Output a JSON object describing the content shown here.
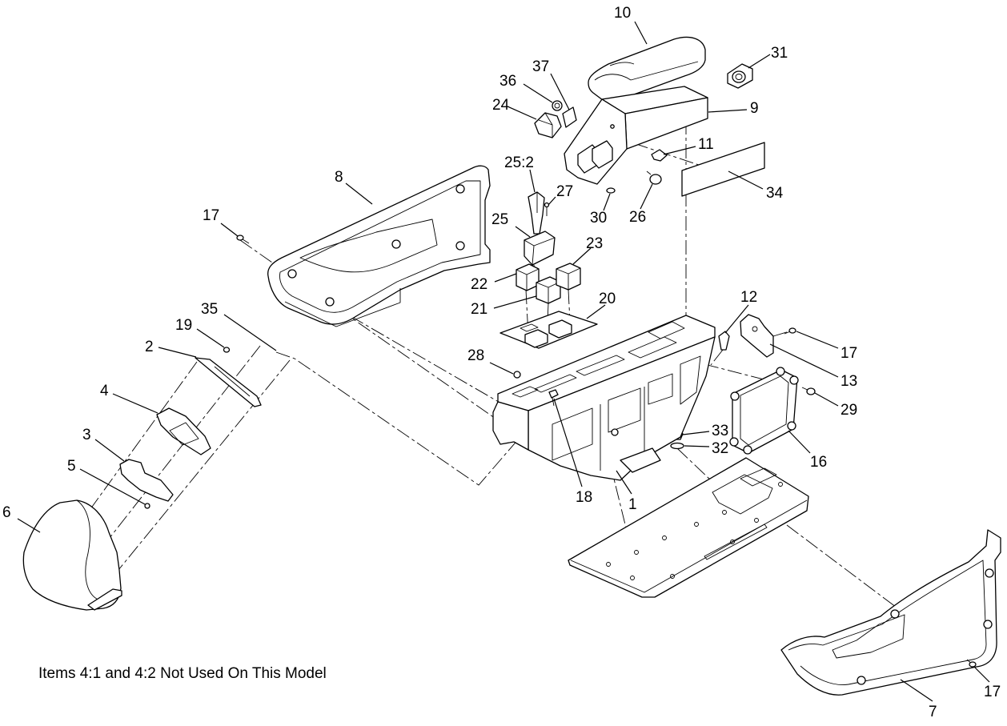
{
  "diagram": {
    "background": "#ffffff",
    "line_color": "#000000"
  },
  "callouts": [
    "10",
    "31",
    "37",
    "36",
    "24",
    "9",
    "11",
    "25:2",
    "27",
    "34",
    "30",
    "26",
    "8",
    "17",
    "25",
    "23",
    "22",
    "21",
    "20",
    "12",
    "35",
    "19",
    "2",
    "17",
    "13",
    "28",
    "4",
    "29",
    "3",
    "33",
    "32",
    "16",
    "5",
    "18",
    "1",
    "6",
    "17",
    "7"
  ],
  "note": "Items 4:1 and 4:2 Not Used On This Model"
}
